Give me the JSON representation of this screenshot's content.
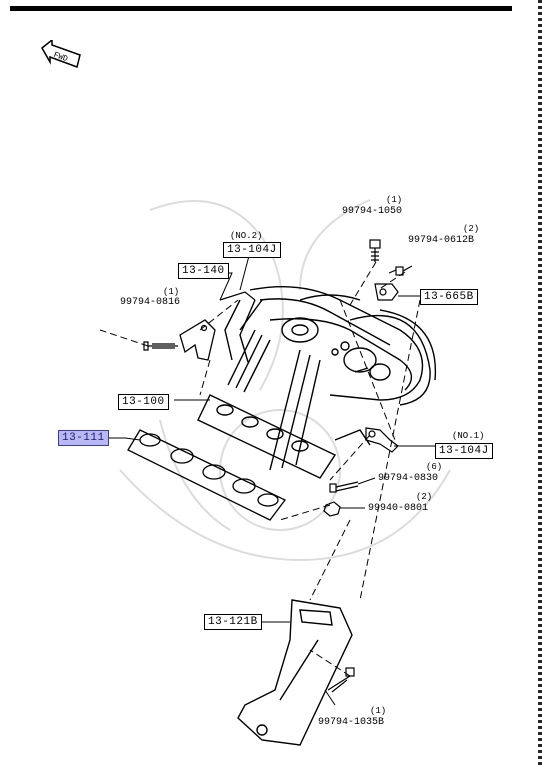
{
  "fwd_label": "FWD",
  "parts": {
    "p13_104j_no2": {
      "code": "13-104J",
      "note": "(NO.2)"
    },
    "p13_140": {
      "code": "13-140"
    },
    "p13_665b": {
      "code": "13-665B"
    },
    "p13_100": {
      "code": "13-100"
    },
    "p13_111": {
      "code": "13-111"
    },
    "p13_104j_no1": {
      "code": "13-104J",
      "note": "(NO.1)"
    },
    "p13_121b": {
      "code": "13-121B"
    }
  },
  "fasteners": {
    "f1050": {
      "code": "99794-1050",
      "qty": "(1)"
    },
    "f0612b": {
      "code": "99794-0612B",
      "qty": "(2)"
    },
    "f0816": {
      "code": "99794-0816",
      "qty": "(1)"
    },
    "f0830": {
      "code": "99794-0830",
      "qty": "(6)"
    },
    "f0801": {
      "code": "99940-0801",
      "qty": "(2)"
    },
    "f1035b": {
      "code": "99794-1035B",
      "qty": "(1)"
    }
  },
  "colors": {
    "highlight": "#b9b9f2",
    "line": "#000000"
  }
}
